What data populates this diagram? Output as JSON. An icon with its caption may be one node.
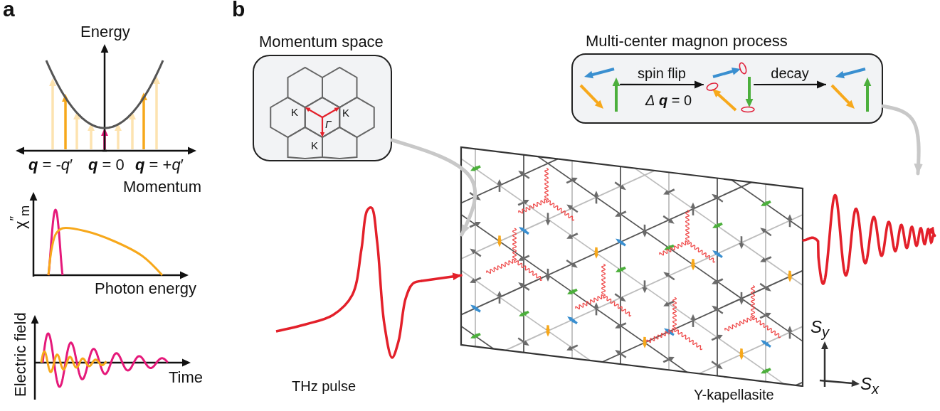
{
  "diagram": {
    "nodes": [
      {
        "text": [
          "Momentum space"
        ]
      },
      {
        "text": [
          "Multi-center magnon process"
        ]
      },
      {
        "text": [],
        "shape": "picture",
        "in": 1
      },
      {
        "text": [],
        "shape": "picture",
        "in": 1
      },
      {
        "text": [],
        "shape": "picture",
        "in": 1
      },
      {
        "text": [
          "Y-kapellasite"
        ]
      },
      {
        "text": [
          "THz pulse"
        ]
      }
    ],
    "edges": [
      {
        "from": 6,
        "to": 5,
        "arrow": "to",
        "color": "#e3202a"
      },
      {
        "from": 0,
        "to": 5,
        "arrow": "to",
        "color": "#c8c8c8"
      },
      {
        "from": 1,
        "to": null,
        "arrow": "to",
        "color": "#c8c8c8"
      },
      {
        "from": 2,
        "to": 3,
        "arrow": "to",
        "label": "spin flip",
        "color": "#111111"
      },
      {
        "from": 3,
        "to": 4,
        "arrow": "to",
        "label": "decay",
        "color": "#111111"
      },
      {
        "from": 5,
        "to": null,
        "arrow": "to",
        "color": "#e3202a"
      }
    ],
    "labels": [
      "a",
      "Energy",
      "**q** = -*q*′",
      "**q** = 0",
      "**q** = +*q*′",
      "Momentum",
      "χ$^{″}$$_{m}$",
      "Photon energy",
      "Electric field",
      "Time",
      "b",
      "K",
      "K",
      "Γ",
      "K",
      "*Δ* **q** = 0",
      "S$_{y}$",
      "S$_{x}$"
    ]
  }
}
